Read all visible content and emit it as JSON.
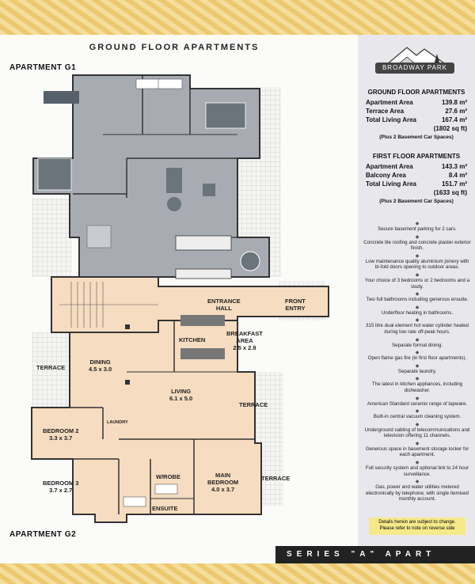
{
  "header": {
    "title": "GROUND FLOOR APARTMENTS"
  },
  "apartments": {
    "g1": "APARTMENT G1",
    "g2": "APARTMENT G2"
  },
  "logo": {
    "name": "BROADWAY PARK"
  },
  "ground_floor": {
    "heading": "GROUND FLOOR APARTMENTS",
    "rows": [
      {
        "label": "Apartment Area",
        "value": "139.8 m²"
      },
      {
        "label": "Terrace Area",
        "value": "27.6 m²"
      },
      {
        "label": "Total Living Area",
        "value": "167.4 m²"
      },
      {
        "label": "",
        "value": "(1802 sq ft)"
      }
    ],
    "note": "(Plus 2 Basement Car Spaces)"
  },
  "first_floor": {
    "heading": "FIRST FLOOR APARTMENTS",
    "rows": [
      {
        "label": "Apartment Area",
        "value": "143.3 m²"
      },
      {
        "label": "Balcony Area",
        "value": "8.4 m²"
      },
      {
        "label": "Total Living Area",
        "value": "151.7 m²"
      },
      {
        "label": "",
        "value": "(1633 sq ft)"
      }
    ],
    "note": "(Plus 2 Basement Car Spaces)"
  },
  "features": [
    "Secure basement parking for 2 cars.",
    "Concrete tile roofing and concrete plaster exterior finish.",
    "Low maintenance quality aluminium joinery with bi-fold doors opening to outdoor areas.",
    "Your choice of 3 bedrooms or 2 bedrooms and a study.",
    "Two full bathrooms including generous ensuite.",
    "Underfloor heating in bathrooms.",
    "315 litre dual element hot water cylinder heated during low rate off-peak hours.",
    "Separate formal dining.",
    "Open flame gas fire (in first floor apartments).",
    "Separate laundry.",
    "The latest in kitchen appliances, including dishwasher.",
    "American Standard ceramix range of tapware.",
    "Built-in central vacuum cleaning system.",
    "Underground cabling of telecommunications and television offering 11 channels.",
    "Generous space in basement storage locker for each apartment.",
    "Full security system and optional link to 24 hour surveillance.",
    "Gas, power and water utilities metered electronically by telephone, with single itemised monthly account."
  ],
  "notice": {
    "line1": "Details herein are subject to change.",
    "line2": "Please refer to note on reverse side"
  },
  "series": "SERIES \"A\" APART",
  "rooms": {
    "entrance": "ENTRANCE",
    "hall": "HALL",
    "front": "FRONT",
    "entry": "ENTRY",
    "kitchen": "KITCHEN",
    "breakfast": "BREAKFAST",
    "area": "AREA",
    "breakfast_size": "2.5 x 2.8",
    "dining": "DINING",
    "dining_size": "4.5 x 3.0",
    "living": "LIVING",
    "living_size": "6.1 x 5.0",
    "terrace": "TERRACE",
    "bedroom2": "BEDROOM 2",
    "bedroom2_size": "3.3 x 3.7",
    "laundry": "LAUNDRY",
    "bedroom3": "BEDROOM 3",
    "bedroom3_size": "3.7 x 2.7",
    "wrobe": "W/ROBE",
    "main": "MAIN",
    "bedroom": "BEDROOM",
    "main_size": "4.0 x 3.7",
    "ensuite": "ENSUITE"
  }
}
